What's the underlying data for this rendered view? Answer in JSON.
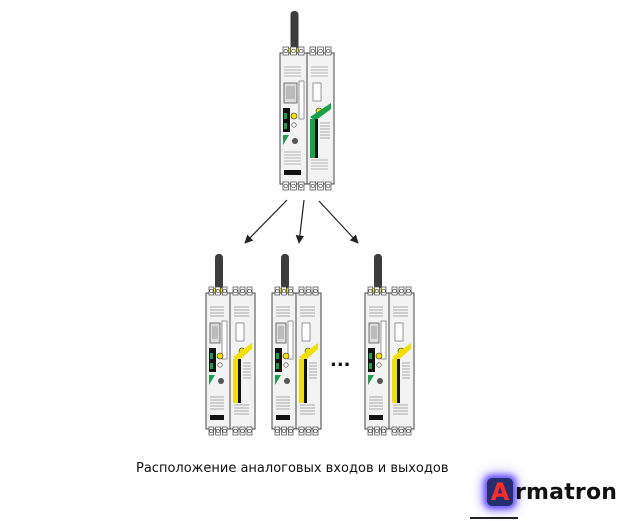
{
  "caption": "Расположение аналоговых входов и выходов",
  "ellipsis": "...",
  "logo": {
    "badge_letter": "A",
    "text": "rmatron"
  },
  "colors": {
    "module_fill": "#f3f3f3",
    "module_stroke": "#444444",
    "antenna": "#3d3d3d",
    "yellow": "#f0e000",
    "green": "#19a04a",
    "black": "#111111",
    "logo_badge": "#24306e",
    "logo_glow": "#6b54ff",
    "logo_letter": "#ff2a2a"
  }
}
